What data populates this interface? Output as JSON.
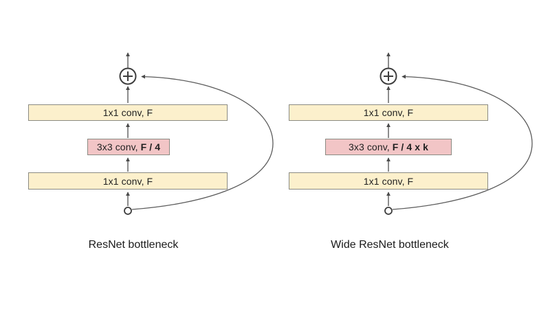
{
  "page": {
    "background": "#ffffff",
    "description": "Comparison of ResNet bottleneck and Wide ResNet bottleneck residual blocks"
  },
  "colors": {
    "conv_box_fill": "#fcf0cc",
    "bottleneck_box_fill": "#f2c5c6",
    "box_border": "#8a8a82",
    "wire": "#5a5a5a",
    "node_stroke": "#3d3d3d",
    "text": "#1f1f1f"
  },
  "diagrams": [
    {
      "caption": "ResNet bottleneck",
      "top_box": {
        "label": "1x1 conv, F"
      },
      "middle_box": {
        "label_prefix": "3x3 conv, ",
        "label_bold": "F / 4"
      },
      "bottom_box": {
        "label": "1x1 conv, F"
      },
      "nodes": {
        "add_node": "plus-in-circle",
        "input_node": "open-circle"
      },
      "connections": [
        "input to 1x1 conv",
        "1x1 conv to 3x3 conv",
        "3x3 conv to 1x1 conv",
        "1x1 conv to add",
        "add to output",
        "skip connection from input to add"
      ]
    },
    {
      "caption": "Wide ResNet bottleneck",
      "top_box": {
        "label": "1x1 conv, F"
      },
      "middle_box": {
        "label_prefix": "3x3 conv, ",
        "label_bold": "F / 4 x k"
      },
      "bottom_box": {
        "label": "1x1 conv, F"
      },
      "nodes": {
        "add_node": "plus-in-circle",
        "input_node": "open-circle"
      },
      "connections": [
        "input to 1x1 conv",
        "1x1 conv to 3x3 conv",
        "3x3 conv to 1x1 conv",
        "1x1 conv to add",
        "add to output",
        "skip connection from input to add"
      ]
    }
  ]
}
